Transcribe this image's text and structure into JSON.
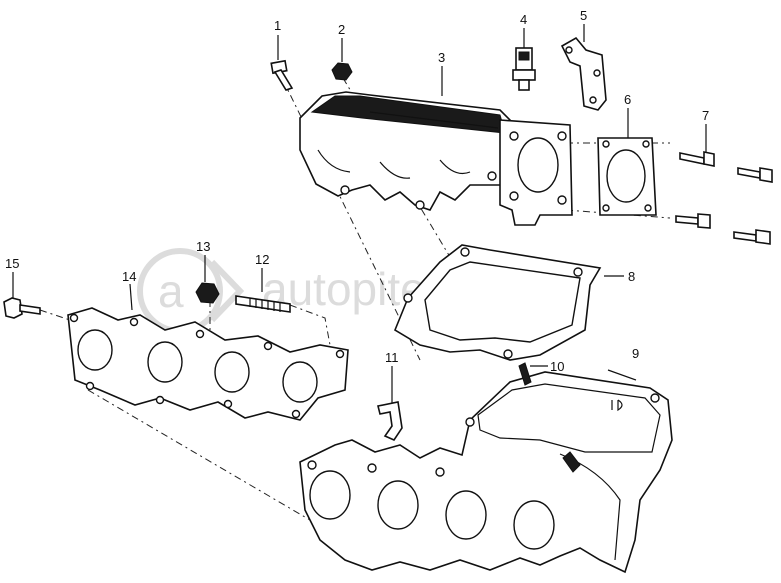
{
  "callouts": [
    {
      "id": "c1",
      "label": "1"
    },
    {
      "id": "c2",
      "label": "2"
    },
    {
      "id": "c3",
      "label": "3"
    },
    {
      "id": "c4",
      "label": "4"
    },
    {
      "id": "c5",
      "label": "5"
    },
    {
      "id": "c6",
      "label": "6"
    },
    {
      "id": "c7",
      "label": "7"
    },
    {
      "id": "c8",
      "label": "8"
    },
    {
      "id": "c9",
      "label": "9"
    },
    {
      "id": "c10",
      "label": "10"
    },
    {
      "id": "c11",
      "label": "11"
    },
    {
      "id": "c12",
      "label": "12"
    },
    {
      "id": "c13",
      "label": "13"
    },
    {
      "id": "c14",
      "label": "14"
    },
    {
      "id": "c15",
      "label": "15"
    }
  ],
  "watermark": {
    "text": "autopiter.ru",
    "color": "#dcdcdc"
  },
  "colors": {
    "line": "#111111",
    "background": "#ffffff"
  }
}
